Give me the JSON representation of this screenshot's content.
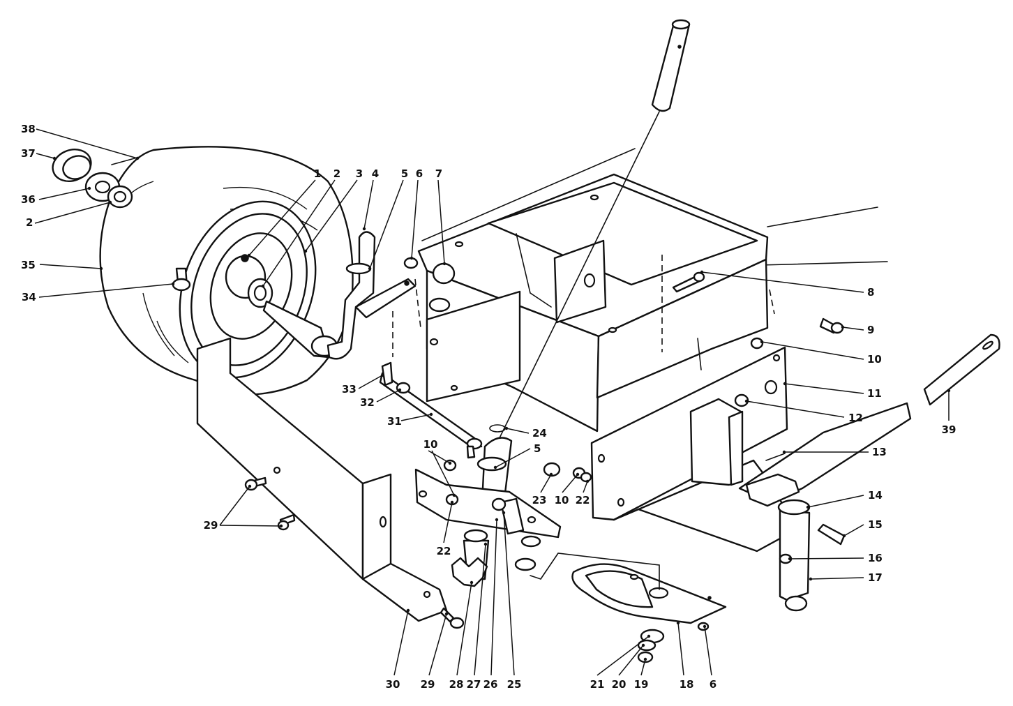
{
  "callouts": [
    {
      "id": "c1",
      "label": "1"
    },
    {
      "id": "c2a",
      "label": "2"
    },
    {
      "id": "c3",
      "label": "3"
    },
    {
      "id": "c4",
      "label": "4"
    },
    {
      "id": "c5a",
      "label": "5"
    },
    {
      "id": "c6a",
      "label": "6"
    },
    {
      "id": "c7",
      "label": "7"
    },
    {
      "id": "c8",
      "label": "8"
    },
    {
      "id": "c9",
      "label": "9"
    },
    {
      "id": "c10a",
      "label": "10"
    },
    {
      "id": "c11",
      "label": "11"
    },
    {
      "id": "c12",
      "label": "12"
    },
    {
      "id": "c13",
      "label": "13"
    },
    {
      "id": "c14",
      "label": "14"
    },
    {
      "id": "c15",
      "label": "15"
    },
    {
      "id": "c16",
      "label": "16"
    },
    {
      "id": "c17",
      "label": "17"
    },
    {
      "id": "c18",
      "label": "18"
    },
    {
      "id": "c6b",
      "label": "6"
    },
    {
      "id": "c19",
      "label": "19"
    },
    {
      "id": "c20",
      "label": "20"
    },
    {
      "id": "c21",
      "label": "21"
    },
    {
      "id": "c22a",
      "label": "22"
    },
    {
      "id": "c10b",
      "label": "10"
    },
    {
      "id": "c23",
      "label": "23"
    },
    {
      "id": "c24",
      "label": "24"
    },
    {
      "id": "c5b",
      "label": "5"
    },
    {
      "id": "c25",
      "label": "25"
    },
    {
      "id": "c26",
      "label": "26"
    },
    {
      "id": "c27",
      "label": "27"
    },
    {
      "id": "c28",
      "label": "28"
    },
    {
      "id": "c29a",
      "label": "29"
    },
    {
      "id": "c30",
      "label": "30"
    },
    {
      "id": "c29b",
      "label": "29"
    },
    {
      "id": "c10c",
      "label": "10"
    },
    {
      "id": "c22b",
      "label": "22"
    },
    {
      "id": "c31",
      "label": "31"
    },
    {
      "id": "c32",
      "label": "32"
    },
    {
      "id": "c33",
      "label": "33"
    },
    {
      "id": "c34",
      "label": "34"
    },
    {
      "id": "c35",
      "label": "35"
    },
    {
      "id": "c36",
      "label": "36"
    },
    {
      "id": "c2b",
      "label": "2"
    },
    {
      "id": "c37",
      "label": "37"
    },
    {
      "id": "c38",
      "label": "38"
    },
    {
      "id": "c39",
      "label": "39"
    }
  ]
}
